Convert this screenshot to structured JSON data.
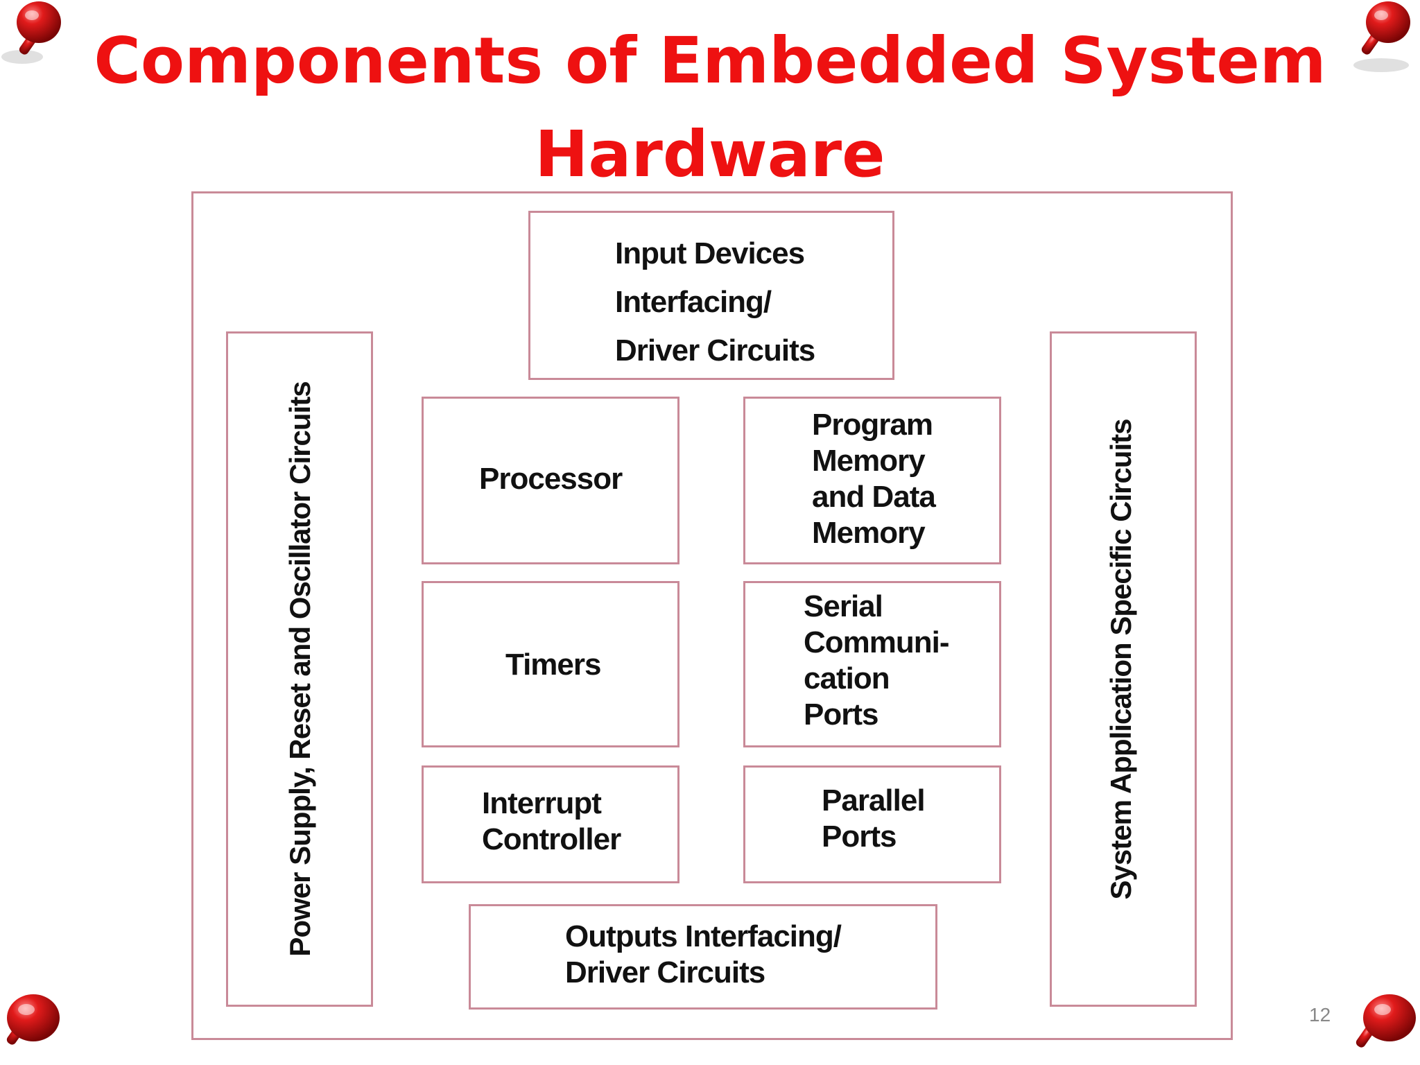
{
  "slide": {
    "title_line1": "Components of Embedded System",
    "title_line2": "Hardware",
    "page_number": "12"
  },
  "diagram": {
    "input_devices": "Input Devices\nInterfacing/\nDriver Circuits",
    "processor": "Processor",
    "memory": "Program\nMemory\nand Data\nMemory",
    "timers": "Timers",
    "serial": "Serial\nCommuni-\ncation\nPorts",
    "interrupt": "Interrupt\nController",
    "parallel": "Parallel\nPorts",
    "outputs": "Outputs Interfacing/\nDriver Circuits",
    "power_supply": "Power Supply, Reset and Oscillator Circuits",
    "system_application": "System Application Specific Circuits"
  },
  "colors": {
    "title": "#ee1111",
    "box_border": "#c98a98",
    "pin": "#d41414"
  },
  "icons": [
    "pushpin-icon"
  ]
}
